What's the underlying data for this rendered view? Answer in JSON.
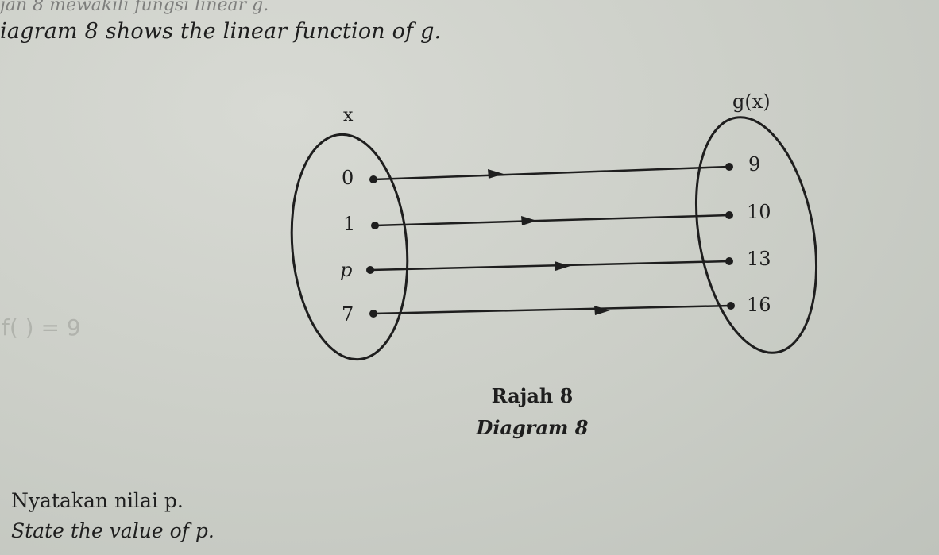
{
  "cut_line": "jan 8 mewakili fungsi linear g.",
  "intro": "iagram 8 shows the linear function of g.",
  "domain_label": "x",
  "codomain_label": "g(x)",
  "domain_values": [
    "0",
    "1",
    "p",
    "7"
  ],
  "codomain_values": [
    "9",
    "10",
    "13",
    "16"
  ],
  "caption_ms": "Rajah 8",
  "caption_en": "Diagram 8",
  "question_ms": "Nyatakan nilai p.",
  "question_en": "State the value of p.",
  "pencil_mark": "f( ) = 9"
}
